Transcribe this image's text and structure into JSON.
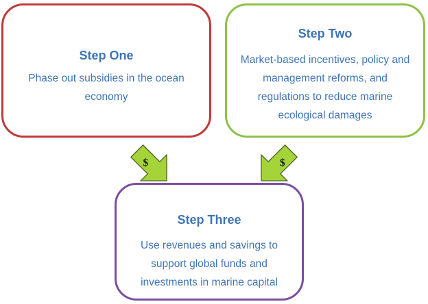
{
  "colors": {
    "text": "#3f74b6",
    "step_one_border": "#c0393b",
    "step_two_border": "#8dc247",
    "step_three_border": "#7a4e9e",
    "arrow_fill": "#a4d33a",
    "arrow_stroke": "#5a6b2a"
  },
  "step_one": {
    "title": "Step One",
    "body": "Phase out subsidies in the ocean economy"
  },
  "step_two": {
    "title": "Step Two",
    "body": "Market-based incentives, policy and management reforms, and regulations to reduce marine ecological damages"
  },
  "step_three": {
    "title": "Step Three",
    "body": "Use revenues and savings to support global funds and investments in marine capital"
  },
  "arrows": {
    "left_symbol": "$",
    "right_symbol": "$",
    "icon": "dollar-arrow-icon"
  }
}
